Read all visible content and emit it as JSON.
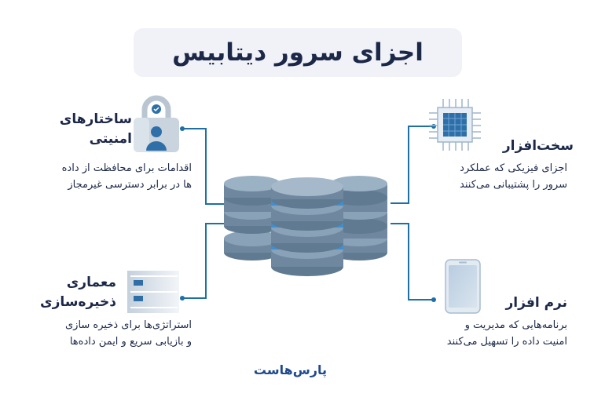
{
  "title": "اجزای سرور دیتابیس",
  "components": {
    "security": {
      "heading_line1": "ساختارهای",
      "heading_line2": "امنیتی",
      "desc_line1": "اقدامات برای محافظت از داده",
      "desc_line2": "ها در برابر دسترسی غیرمجاز"
    },
    "hardware": {
      "heading": "سخت‌افزار",
      "desc_line1": "اجزای فیزیکی که عملکرد",
      "desc_line2": "سرور را پشتیبانی می‌کنند"
    },
    "storage": {
      "heading_line1": "معماری",
      "heading_line2": "ذخیره‌سازی",
      "desc_line1": "استراتژی‌ها برای ذخیره سازی",
      "desc_line2": "و بازیابی سریع و ایمن داده‌ها"
    },
    "software": {
      "heading": "نرم افزار",
      "desc_line1": "برنامه‌هایی که مدیریت و",
      "desc_line2": "امنیت داده را تسهیل می‌کنند"
    }
  },
  "logo_text": "پارس‌هاست",
  "colors": {
    "accent": "#1e6fa6",
    "title_text": "#1c2848",
    "db_dark": "#5f7a91",
    "db_light": "#8aa2b8",
    "db_stripe": "#3f8fcf"
  },
  "icons": [
    "lock-icon",
    "chip-icon",
    "server-rack-icon",
    "mobile-device-icon",
    "database-cluster-icon"
  ]
}
